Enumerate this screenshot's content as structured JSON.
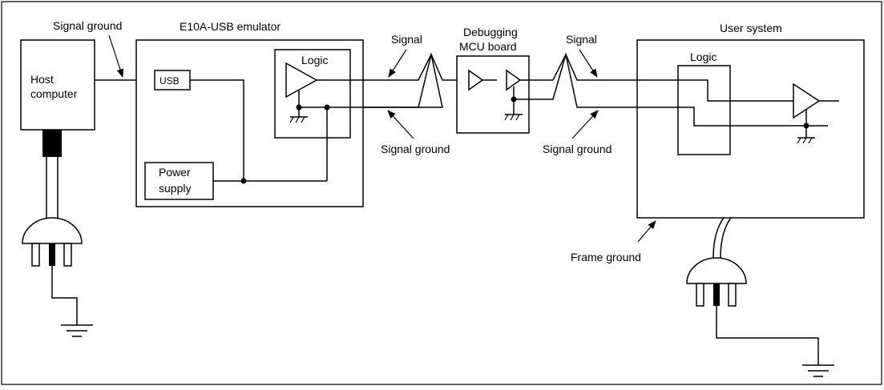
{
  "labels": {
    "signal_ground_host": "Signal ground",
    "emulator_title": "E10A-USB emulator",
    "host_line1": "Host",
    "host_line2": "computer",
    "usb": "USB",
    "logic_emulator": "Logic",
    "power_line1": "Power",
    "power_line2": "supply",
    "signal_left": "Signal",
    "signal_ground_left": "Signal ground",
    "debug_line1": "Debugging",
    "debug_line2": "MCU board",
    "signal_right": "Signal",
    "signal_ground_right": "Signal ground",
    "user_system": "User system",
    "logic_user": "Logic",
    "frame_ground": "Frame ground"
  }
}
